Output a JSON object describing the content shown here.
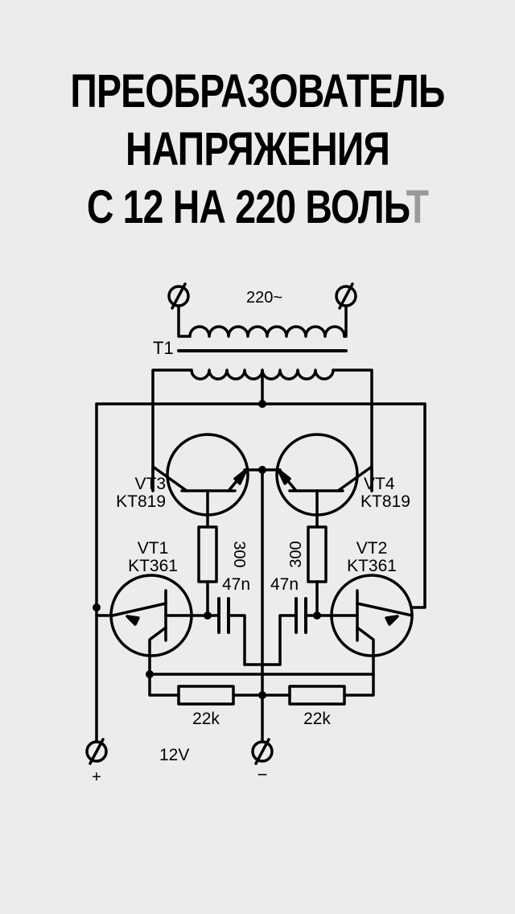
{
  "title": {
    "line1": "ПРЕОБРАЗОВАТЕЛЬ",
    "line2": "НАПРЯЖЕНИЯ",
    "line3_main": "С 12 НА 220 ВОЛЬ",
    "line3_tail": "Т"
  },
  "schematic": {
    "output_label": "220~",
    "transformer_label": "T1",
    "vt3": {
      "ref": "VT3",
      "type": "KT819"
    },
    "vt4": {
      "ref": "VT4",
      "type": "KT819"
    },
    "vt1": {
      "ref": "VT1",
      "type": "KT361"
    },
    "vt2": {
      "ref": "VT2",
      "type": "KT361"
    },
    "r_left": "300",
    "r_right": "300",
    "c_left": "47n",
    "c_right": "47n",
    "r_bottom_left": "22k",
    "r_bottom_right": "22k",
    "supply_label": "12V",
    "plus_label": "+",
    "minus_label": "−"
  }
}
